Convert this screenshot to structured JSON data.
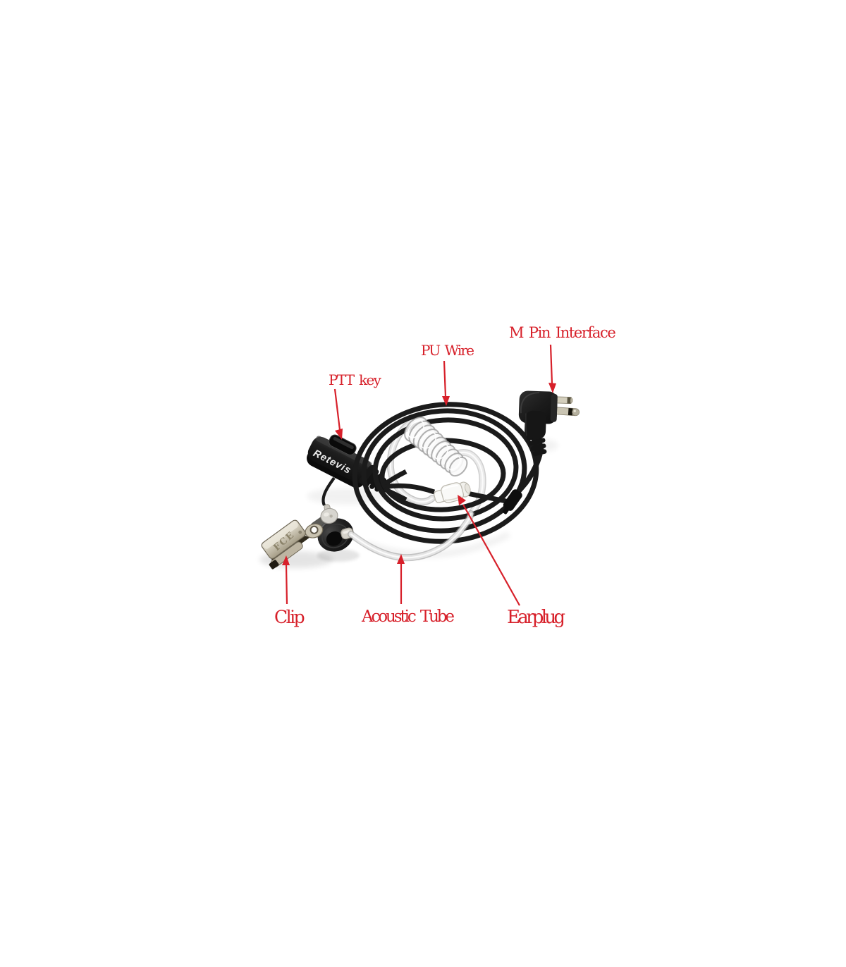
{
  "product": {
    "description": "Two-way radio earpiece with PTT microphone, coiled acoustic tube, metal clip and 2-pin M connector on a white background",
    "ptt_brand_text": "Retevis",
    "clip_emboss_text": "FCE"
  },
  "annotations": {
    "m_pin": {
      "label": "M Pin Interface"
    },
    "pu_wire": {
      "label": "PU Wire"
    },
    "ptt_key": {
      "label": "PTT key"
    },
    "clip": {
      "label": "Clip"
    },
    "acoustic_tube": {
      "label": "Acoustic Tube"
    },
    "earplug": {
      "label": "Earplug"
    }
  },
  "colors": {
    "annotation": "#d7202a",
    "wire": "#1b1b1b",
    "background": "#ffffff",
    "metal": "#cdc7b6",
    "tube_edge": "#a9a9a9"
  }
}
